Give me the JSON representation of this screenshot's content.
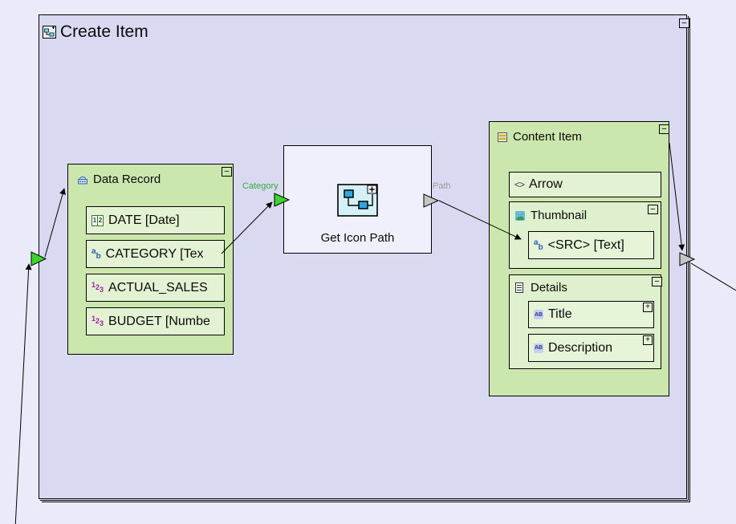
{
  "colors": {
    "canvas_bg": "#EAEAFA",
    "container_bg": "#D9D9F2",
    "node_green_bg": "#CBE7AD",
    "field_green_bg": "#E3F2D2",
    "subbox_green_bg": "#DFF0CE",
    "process_node_bg": "#F0F0FD",
    "port_input_green": "#3ED42F",
    "port_output_gray": "#C6C6C6",
    "category_label_green": "#3AAA3A",
    "path_label_gray": "#9B9B9B",
    "edge_color": "#000000"
  },
  "container": {
    "title": "Create Item",
    "collapse": "−"
  },
  "nodes": {
    "data_record": {
      "title": "Data Record",
      "collapse": "−",
      "fields": [
        {
          "label": "DATE [Date]",
          "type": "date"
        },
        {
          "label": "CATEGORY [Tex",
          "type": "text"
        },
        {
          "label": "ACTUAL_SALES",
          "type": "number"
        },
        {
          "label": "BUDGET [Numbe",
          "type": "number"
        }
      ]
    },
    "get_icon_path": {
      "title": "Get Icon Path",
      "input_label": "Category",
      "output_label": "Path"
    },
    "content_item": {
      "title": "Content Item",
      "collapse": "−",
      "arrow": {
        "label": "Arrow"
      },
      "thumbnail": {
        "title": "Thumbnail",
        "collapse": "−",
        "src_field": {
          "label": "<SRC> [Text]"
        }
      },
      "details": {
        "title": "Details",
        "collapse": "−",
        "fields": [
          {
            "label": "Title",
            "expand": "+"
          },
          {
            "label": "Description",
            "expand": "+"
          }
        ]
      }
    }
  },
  "icon_glyphs": {
    "ab_a": "a",
    "ab_b": "b",
    "num_1": "1",
    "num_2": "2",
    "num_3": "3",
    "date_1": "1",
    "date_2": "2",
    "angle": "<>",
    "abcaps": "AB"
  }
}
